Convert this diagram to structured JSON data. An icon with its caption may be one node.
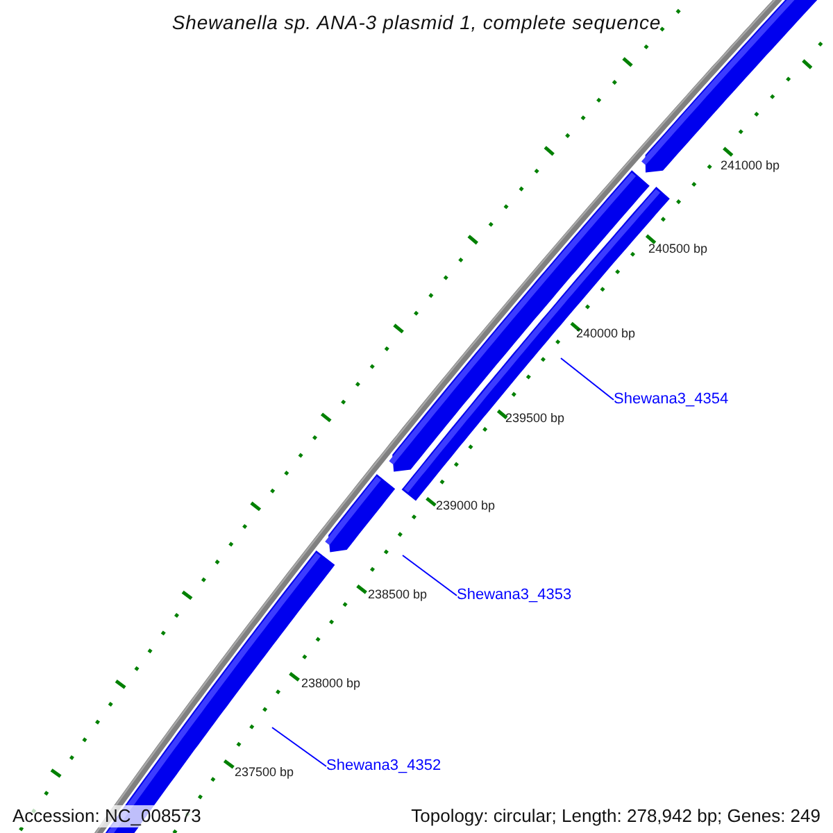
{
  "diagram": {
    "title": "Shewanella sp. ANA-3 plasmid 1, complete sequence",
    "nodes": [
      {
        "text": [
          "Shewana3_4354"
        ]
      },
      {
        "text": [
          "Shewana3_4353"
        ]
      },
      {
        "text": [
          "Shewana3_4352"
        ]
      }
    ],
    "edges": [
      {
        "from": 0,
        "to": null,
        "arrow": "none"
      },
      {
        "from": 1,
        "to": null,
        "arrow": "none"
      },
      {
        "from": 2,
        "to": null,
        "arrow": "none"
      }
    ],
    "labels": [
      "241000 bp",
      "240500 bp",
      "240000 bp",
      "239500 bp",
      "239000 bp",
      "238500 bp",
      "238000 bp",
      "237500 bp",
      "Accession: NC_008573",
      "Topology: circular; Length: 278,942 bp; Genes: 249"
    ]
  }
}
